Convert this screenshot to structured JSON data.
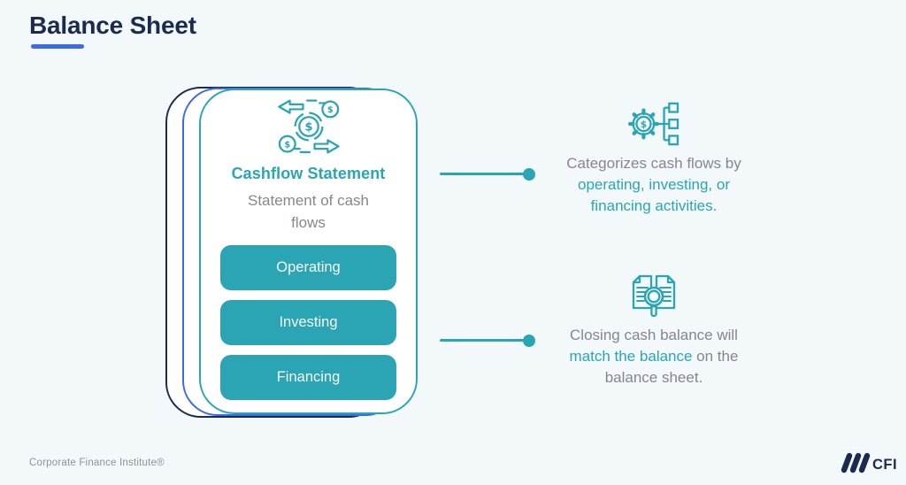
{
  "page": {
    "title": "Balance Sheet",
    "footer_left": "Corporate Finance Institute®",
    "logo_text": "CFI",
    "background": "#f3f8fb"
  },
  "colors": {
    "teal": "#2aa5b4",
    "blue": "#3c6be4",
    "navy": "#1b2b50",
    "text_gray": "#84888d"
  },
  "card": {
    "icon": "cash-flow-icon",
    "title": "Cashflow Statement",
    "subtitle": "Statement of cash flows",
    "buttons": [
      {
        "label": "Operating"
      },
      {
        "label": "Investing"
      },
      {
        "label": "Financing"
      }
    ]
  },
  "annotations": [
    {
      "icon": "gear-hierarchy-icon",
      "line1": "Categorizes cash flows by",
      "line2": "operating, investing, or",
      "line3": "financing activities."
    },
    {
      "icon": "documents-magnifier-icon",
      "line1": "Closing cash balance will",
      "line2_highlight": "match the balance",
      "line2_rest": " on the",
      "line3": "balance sheet."
    }
  ]
}
